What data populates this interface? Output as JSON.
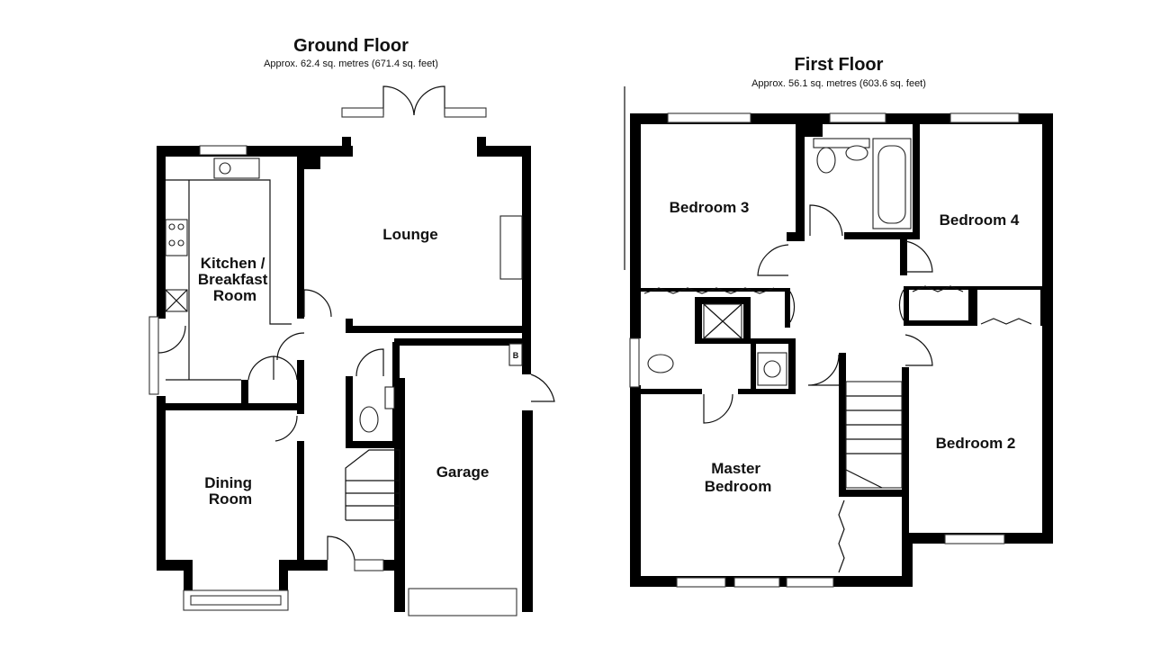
{
  "ground_floor": {
    "title": "Ground Floor",
    "area": "Approx. 62.4 sq. metres (671.4 sq. feet)",
    "rooms": {
      "kitchen": [
        "Kitchen /",
        "Breakfast",
        "Room"
      ],
      "lounge": "Lounge",
      "dining": [
        "Dining",
        "Room"
      ],
      "garage": "Garage",
      "boiler": "B"
    }
  },
  "first_floor": {
    "title": "First Floor",
    "area": "Approx. 56.1 sq. metres (603.6 sq. feet)",
    "rooms": {
      "bedroom3": "Bedroom 3",
      "bedroom4": "Bedroom 4",
      "bedroom2": "Bedroom 2",
      "master": [
        "Master",
        "Bedroom"
      ]
    }
  }
}
